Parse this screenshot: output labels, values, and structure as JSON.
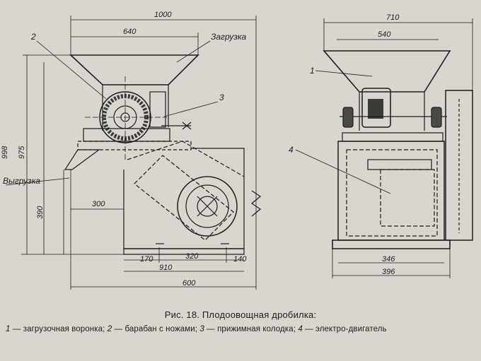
{
  "caption": "Рис. 18. Плодоовощная дробилка:",
  "legend": [
    {
      "num": "1",
      "text": "загрузочная воронка;"
    },
    {
      "num": "2",
      "text": "барабан с ножами;"
    },
    {
      "num": "3",
      "text": "прижимная колодка;"
    },
    {
      "num": "4",
      "text": "электро-двигатель"
    }
  ],
  "legend_separator": " — ",
  "labels": {
    "loading": "Загрузка",
    "unloading": "Выгрузка",
    "part_1": "1",
    "part_2": "2",
    "part_3": "3",
    "part_4": "4"
  },
  "dimensions": {
    "side_total_width": "1000",
    "side_hopper_width": "640",
    "side_height_998": "998",
    "side_height_975": "975",
    "side_height_390": "390",
    "side_offset_300": "300",
    "side_bottom_170": "170",
    "side_bottom_320": "320",
    "side_bottom_140": "140",
    "side_bottom_910": "910",
    "side_bottom_600": "600",
    "front_total_width": "710",
    "front_hopper_width": "540",
    "front_base_346": "346",
    "front_base_396": "396"
  }
}
